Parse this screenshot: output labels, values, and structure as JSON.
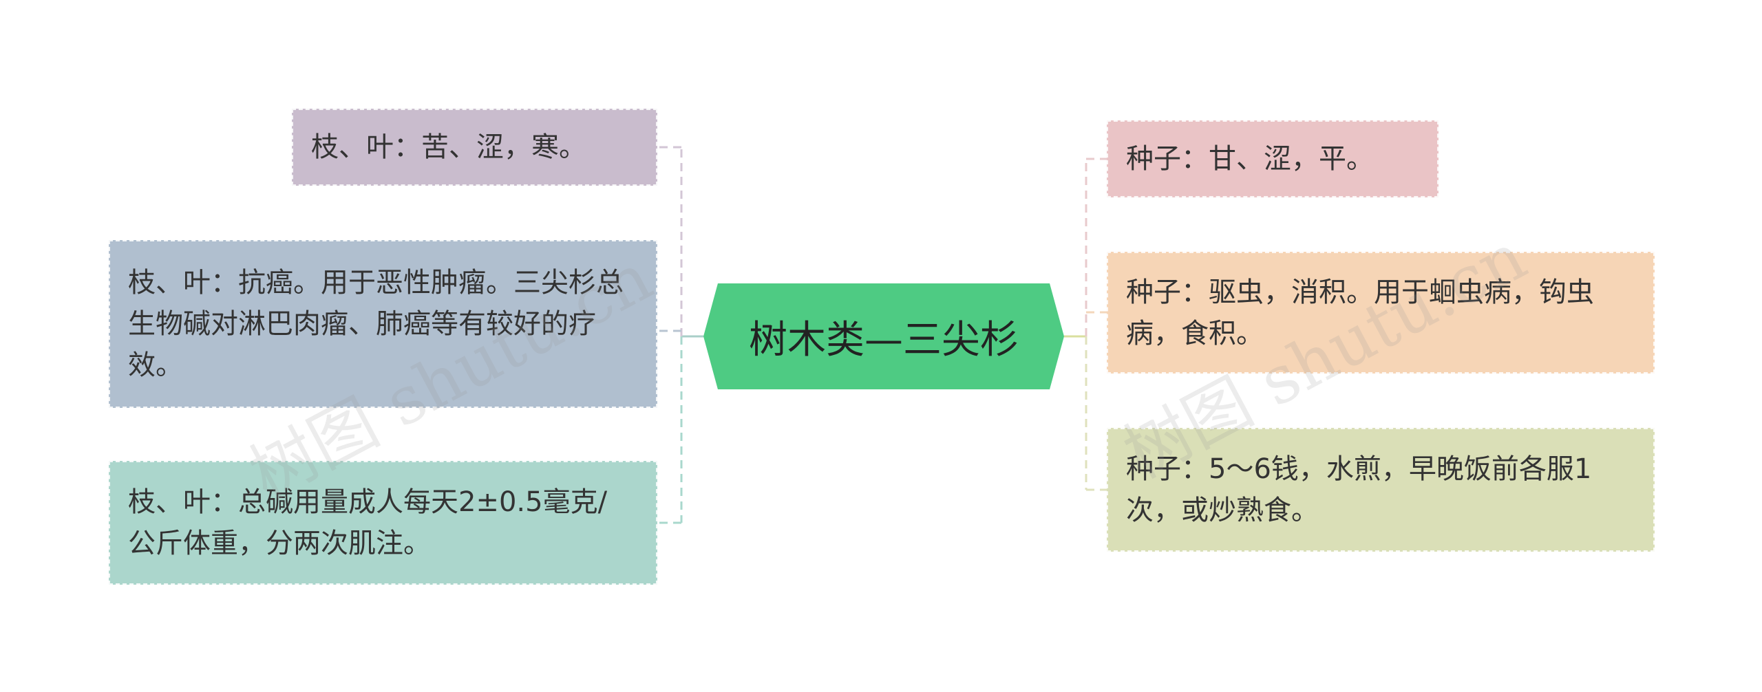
{
  "center": {
    "label": "树木类—三尖杉",
    "color": "#4ecb83"
  },
  "left_nodes": [
    {
      "text": "枝、叶：苦、涩，寒。",
      "color": "#c9bccd"
    },
    {
      "text": "枝、叶：抗癌。用于恶性肿瘤。三尖杉总生物碱对淋巴肉瘤、肺癌等有较好的疗效。",
      "color": "#b0bfcf"
    },
    {
      "text": "枝、叶：总碱用量成人每天2±0.5毫克/公斤体重，分两次肌注。",
      "color": "#abd6cc"
    }
  ],
  "right_nodes": [
    {
      "text": "种子：甘、涩，平。",
      "color": "#eac4c6"
    },
    {
      "text": "种子：驱虫，消积。用于蛔虫病，钩虫病，食积。",
      "color": "#f6d5b6"
    },
    {
      "text": "种子：5～6钱，水煎，早晚饭前各服1次，或炒熟食。",
      "color": "#dadfb7"
    }
  ],
  "watermarks": [
    "树图 shutu.cn",
    "树图 shutu.cn"
  ]
}
